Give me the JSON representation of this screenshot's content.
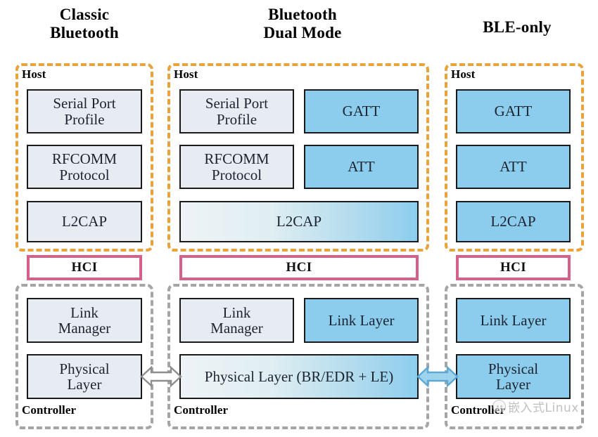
{
  "diagram": {
    "title": "Bluetooth stack architecture comparison",
    "colors": {
      "host_border": "#e8a33d",
      "controller_border": "#a5a5a5",
      "hci_border": "#d6608c",
      "block_grey": "#e6ecf2",
      "block_blue": "#8ccdee",
      "block_outline": "#1a1a1a",
      "arrow_grey": "#8e8e8e",
      "arrow_blue": "#7fc4e8"
    },
    "zone_labels": {
      "host": "Host",
      "controller": "Controller"
    },
    "hci_label": "HCI"
  },
  "columns": [
    {
      "id": "classic-bluetooth",
      "title": "Classic\nBluetooth",
      "host_label": "Host",
      "controller_label": "Controller",
      "hci_label": "HCI",
      "host_blocks": [
        {
          "label": "Serial Port\nProfile",
          "style": "grey"
        },
        {
          "label": "RFCOMM\nProtocol",
          "style": "grey"
        },
        {
          "label": "L2CAP",
          "style": "grey"
        }
      ],
      "controller_blocks": [
        {
          "label": "Link\nManager",
          "style": "grey"
        },
        {
          "label": "Physical\nLayer",
          "style": "grey"
        }
      ]
    },
    {
      "id": "bluetooth-dual-mode",
      "title": "Bluetooth\nDual Mode",
      "host_label": "Host",
      "controller_label": "Controller",
      "hci_label": "HCI",
      "host_blocks": [
        {
          "label": "Serial Port\nProfile",
          "style": "grey"
        },
        {
          "label": "GATT",
          "style": "blue"
        },
        {
          "label": "RFCOMM\nProtocol",
          "style": "grey"
        },
        {
          "label": "ATT",
          "style": "blue"
        },
        {
          "label": "L2CAP",
          "style": "grad"
        }
      ],
      "controller_blocks": [
        {
          "label": "Link\nManager",
          "style": "grey"
        },
        {
          "label": "Link Layer",
          "style": "blue"
        },
        {
          "label": "Physical Layer (BR/EDR + LE)",
          "style": "grad"
        }
      ]
    },
    {
      "id": "ble-only",
      "title": "BLE-only",
      "host_label": "Host",
      "controller_label": "Controller",
      "hci_label": "HCI",
      "host_blocks": [
        {
          "label": "GATT",
          "style": "blue"
        },
        {
          "label": "ATT",
          "style": "blue"
        },
        {
          "label": "L2CAP",
          "style": "blue"
        }
      ],
      "controller_blocks": [
        {
          "label": "Link Layer",
          "style": "blue"
        },
        {
          "label": "Physical\nLayer",
          "style": "blue"
        }
      ]
    }
  ],
  "connectors": [
    {
      "id": "left-phy-link",
      "from": "classic-bluetooth.physical-layer",
      "to": "bluetooth-dual-mode.physical-layer",
      "style": "grey",
      "direction": "both"
    },
    {
      "id": "right-phy-link",
      "from": "bluetooth-dual-mode.physical-layer",
      "to": "ble-only.physical-layer",
      "style": "blue",
      "direction": "both"
    }
  ],
  "watermark": {
    "text": "嵌入式Linux",
    "icon": "wechat-icon"
  }
}
